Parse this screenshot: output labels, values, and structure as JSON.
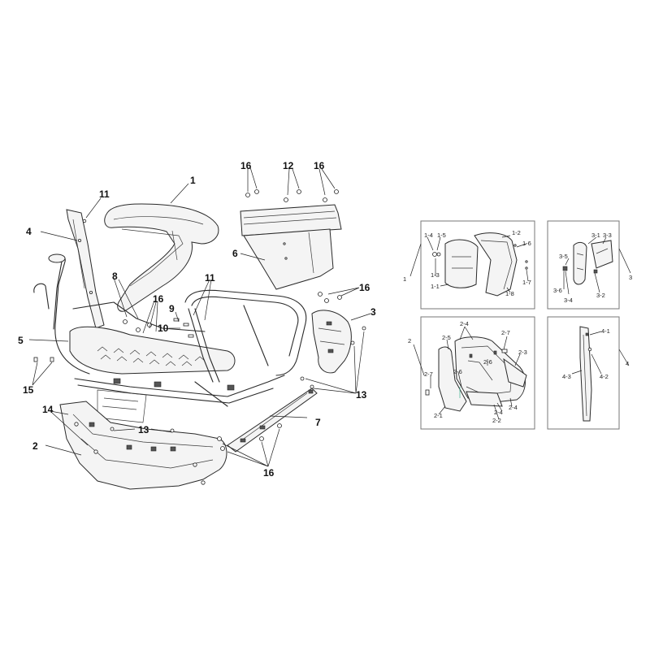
{
  "main_callouts": {
    "c1": "1",
    "c2": "2",
    "c3": "3",
    "c4": "4",
    "c5": "5",
    "c6": "6",
    "c7": "7",
    "c8": "8",
    "c9": "9",
    "c10": "10",
    "c11a": "11",
    "c11b": "11",
    "c12": "12",
    "c13a": "13",
    "c13b": "13",
    "c14": "14",
    "c15": "15",
    "c16a": "16",
    "c16b": "16",
    "c16c": "16",
    "c16d": "16",
    "c16e": "16"
  },
  "box1": {
    "group": "1",
    "labels": {
      "a": "1-4",
      "b": "1-5",
      "c": "1-3",
      "d": "1-1",
      "e": "1-2",
      "f": "1-6",
      "g": "1-7",
      "h": "1-8"
    }
  },
  "box3": {
    "group": "3",
    "labels": {
      "a": "3-1",
      "b": "3-3",
      "c": "3-5",
      "d": "3-6",
      "e": "3-4",
      "f": "3-2"
    }
  },
  "box2": {
    "group": "2",
    "labels": {
      "a": "2-4",
      "b": "2-5",
      "c": "2-7",
      "d": "2-3",
      "e": "2-6",
      "f": "2-6",
      "g": "2-7",
      "h": "2-1",
      "i": "2-4",
      "j": "2-4",
      "k": "2-2"
    }
  },
  "box4": {
    "group": "4",
    "labels": {
      "a": "4-1",
      "b": "4-3",
      "c": "4-2"
    }
  }
}
